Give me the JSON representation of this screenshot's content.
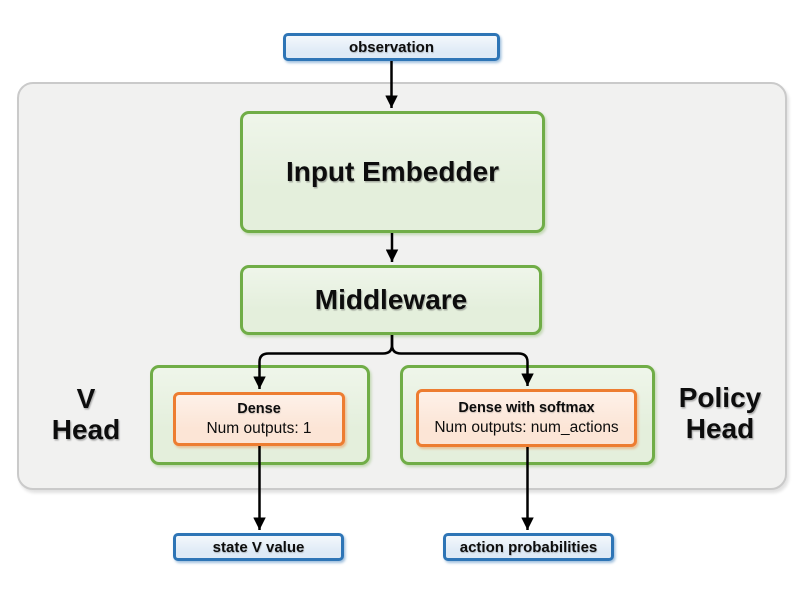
{
  "diagram": {
    "observation": {
      "label": "observation"
    },
    "input_embedder": {
      "label": "Input Embedder"
    },
    "middleware": {
      "label": "Middleware"
    },
    "v_head": {
      "name_line1": "V",
      "name_line2": "Head",
      "dense_title": "Dense",
      "dense_subtitle": "Num outputs: 1"
    },
    "policy_head": {
      "name_line1": "Policy",
      "name_line2": "Head",
      "dense_title": "Dense with softmax",
      "dense_subtitle": "Num outputs: num_actions"
    },
    "outputs": {
      "state_value": {
        "label": "state V value"
      },
      "action_probabilities": {
        "label": "action probabilities"
      }
    }
  },
  "colors": {
    "io_border": "#2E75B6",
    "io_fill": "#DEEAF6",
    "block_border": "#70AD47",
    "block_fill": "#E4EFDC",
    "dense_border": "#ED7D31",
    "dense_fill": "#FCE5D6",
    "container_fill": "#F1F1F0",
    "container_border": "#CACACA",
    "arrow": "#000000"
  }
}
